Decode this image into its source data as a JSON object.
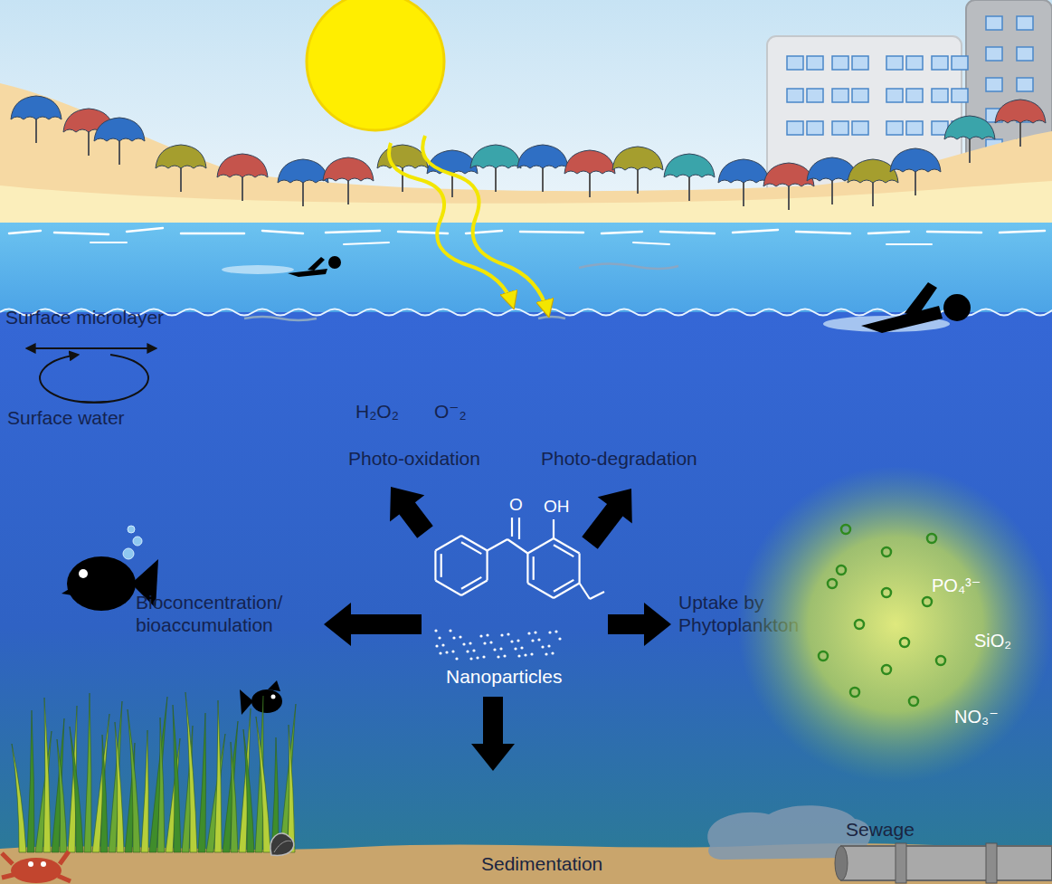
{
  "diagram": {
    "nodes": [
      {
        "text": [
          "PO₄³⁻",
          "SiO₂",
          "NO₃⁻"
        ]
      }
    ],
    "labels": [
      "Surface microlayer",
      "Surface water",
      "H₂O₂",
      "O⁻₂",
      "Photo-oxidation",
      "Photo-degradation",
      "Bioconcentration/ bioaccumulation",
      "O",
      "OH",
      "Uptake by Phytoplankton",
      "Nanoparticles",
      "Sedimentation",
      "Sewage"
    ]
  }
}
